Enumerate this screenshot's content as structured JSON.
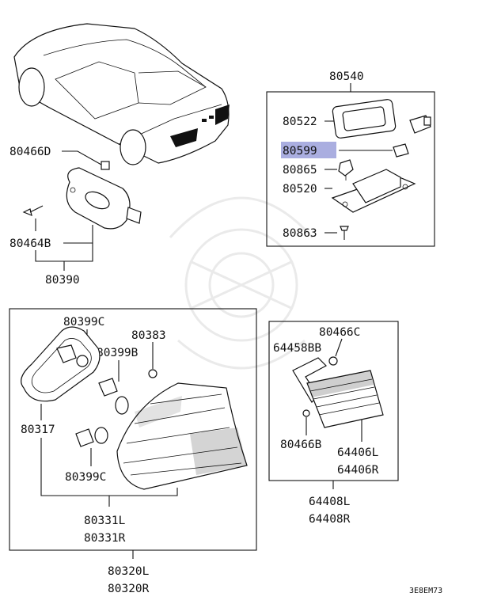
{
  "labels": {
    "p80540": "80540",
    "p80522": "80522",
    "p80599": "80599",
    "p80865": "80865",
    "p80520": "80520",
    "p80863": "80863",
    "p80466D": "80466D",
    "p80464B": "80464B",
    "p80390": "80390",
    "p80399C_a": "80399C",
    "p80383": "80383",
    "p80399B": "80399B",
    "p80317": "80317",
    "p80399C_b": "80399C",
    "p80331L": "80331L",
    "p80331R": "80331R",
    "p80320L": "80320L",
    "p80320R": "80320R",
    "p80466C": "80466C",
    "p64458BB": "64458BB",
    "p80466B": "80466B",
    "p64406L": "64406L",
    "p64406R": "64406R",
    "p64408L": "64408L",
    "p64408R": "64408R",
    "diagram_code": "3E8EM73"
  },
  "highlight": {
    "part": "80599",
    "color": "#8d93d6"
  }
}
